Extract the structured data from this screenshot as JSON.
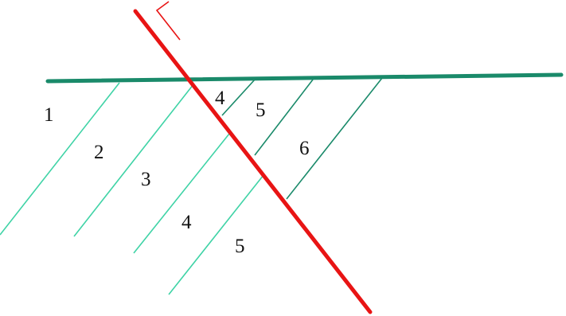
{
  "colors": {
    "background": "#ffffff",
    "horizontal_line": "#1a8a6a",
    "upper_lines": "#1a8a6a",
    "lower_lines": "#3fd3a6",
    "crossing_line": "#e81414",
    "label_text": "#111111"
  },
  "labels": {
    "zone_1": "1",
    "zone_2": "2",
    "zone_3": "3",
    "zone_4_lower": "4",
    "zone_5_lower": "5",
    "zone_4_upper": "4",
    "zone_5_upper": "5",
    "zone_6": "6"
  }
}
